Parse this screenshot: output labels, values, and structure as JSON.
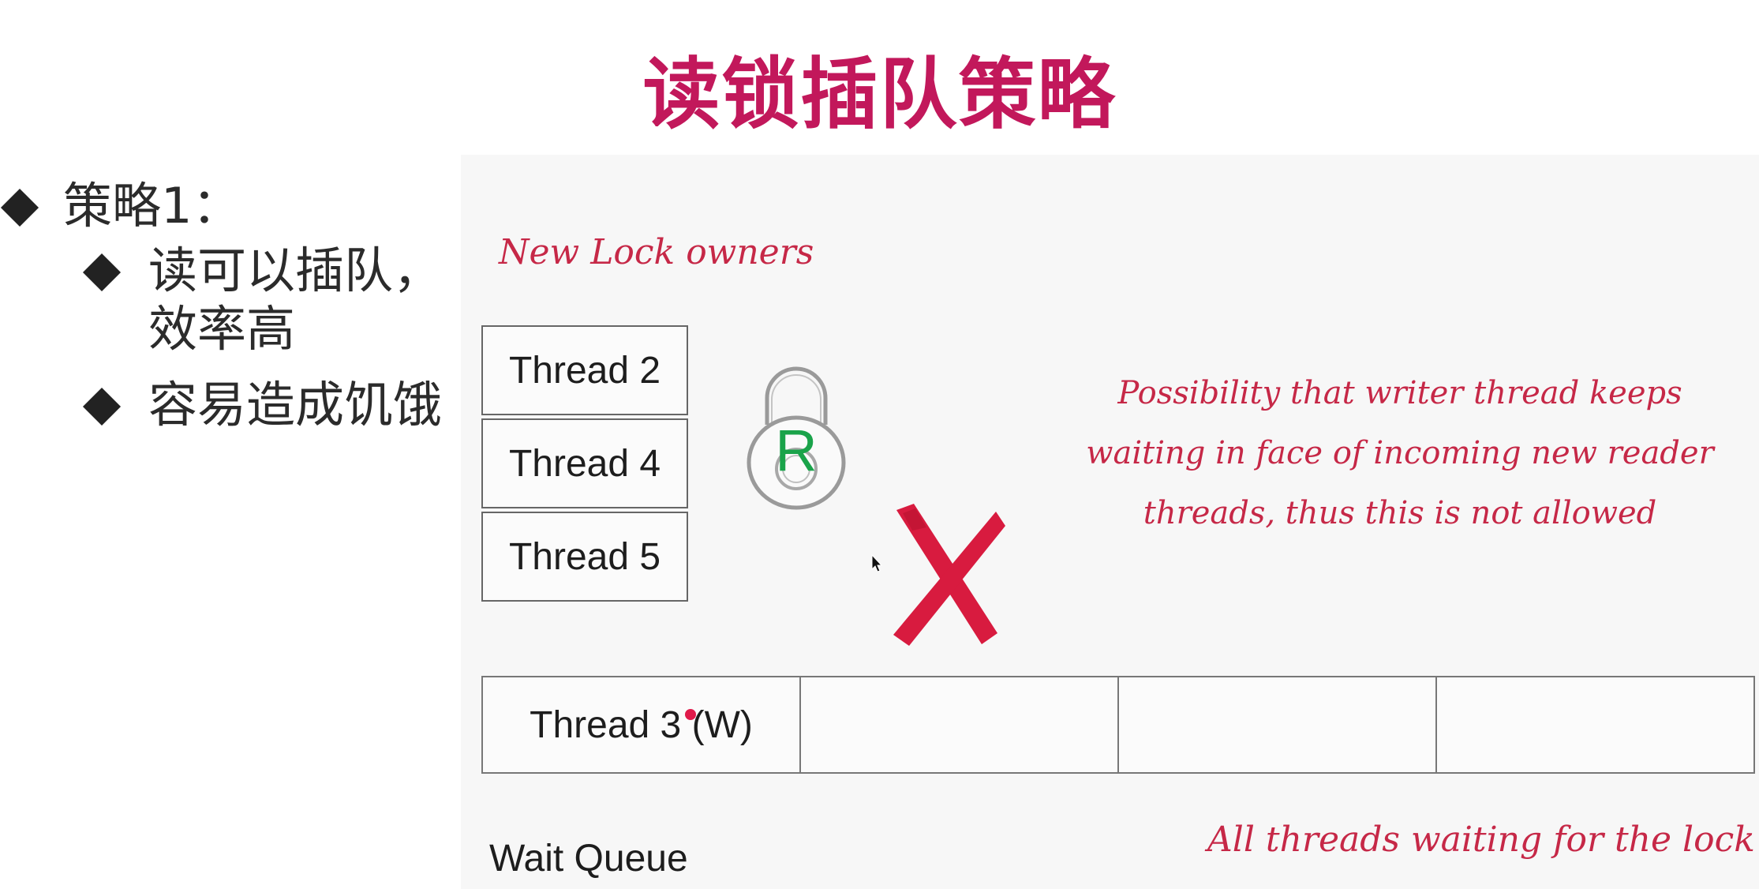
{
  "slide": {
    "title": "读锁插队策略"
  },
  "bullets": {
    "level1": "策略1：",
    "level2": [
      {
        "line1": "读可以插队，",
        "line2": "效率高"
      },
      {
        "line1": "容易造成饥饿",
        "line2": ""
      }
    ]
  },
  "diagram": {
    "new_owners_label": "New Lock owners",
    "owners": [
      "Thread 2",
      "Thread 4",
      "Thread 5"
    ],
    "lock_letter": "R",
    "note": "Possibility that writer thread keeps waiting in face of incoming new reader threads, thus this is not allowed",
    "queue": [
      "Thread 3 (W)",
      "",
      "",
      ""
    ],
    "wait_queue_label": "Wait Queue",
    "wait_queue_note": "All threads waiting for the lock",
    "colors": {
      "title": "#c2185b",
      "handwriting": "#c62847",
      "lock_letter": "#1aa34a",
      "cross": "#d81b3f"
    }
  }
}
